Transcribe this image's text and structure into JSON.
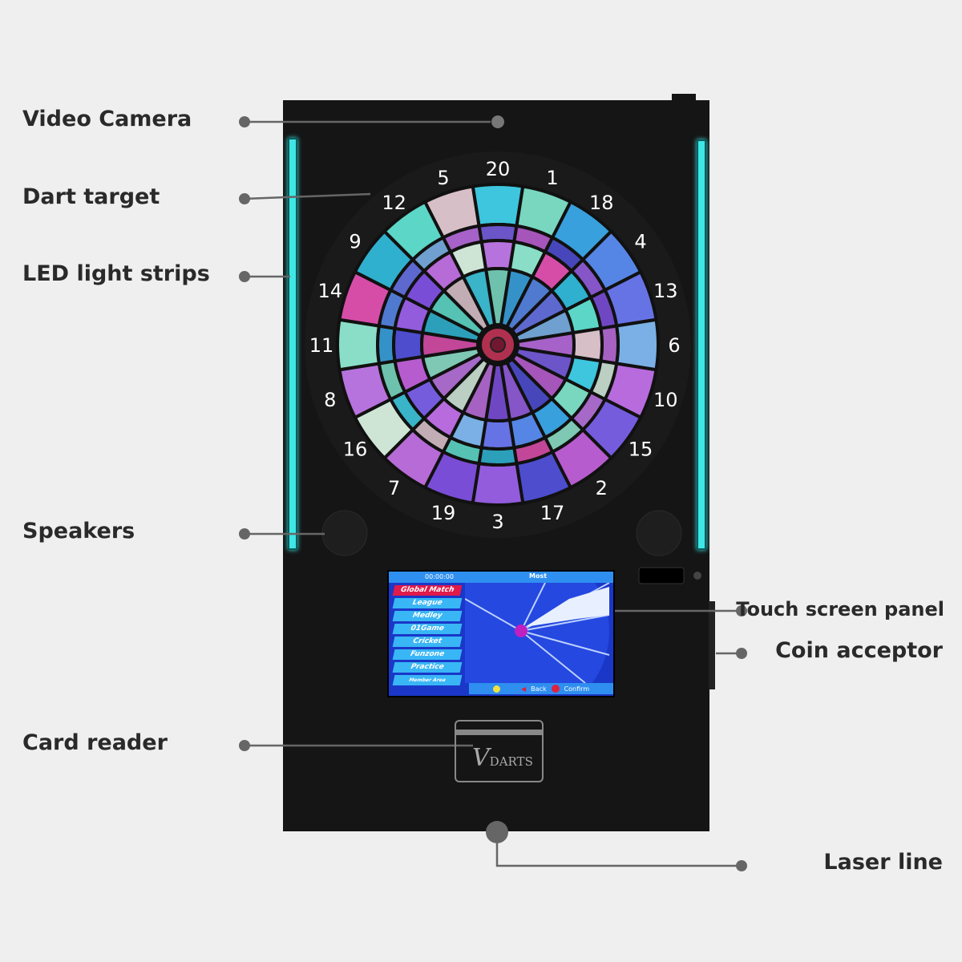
{
  "labels": {
    "video_camera": "Video Camera",
    "dart_target": "Dart target",
    "led_light_strips": "LED light strips",
    "speakers": "Speakers",
    "card_reader": "Card reader",
    "touch_screen_panel": "Touch screen panel",
    "coin_acceptor": "Coin acceptor",
    "laser_line": "Laser line"
  },
  "dartboard": {
    "numbers": [
      "20",
      "1",
      "18",
      "4",
      "13",
      "6",
      "10",
      "15",
      "2",
      "17",
      "3",
      "19",
      "7",
      "16",
      "8",
      "11",
      "14",
      "9",
      "12",
      "5"
    ],
    "colors": [
      "#3fd0e8",
      "#7ee0c8",
      "#3aa8e8",
      "#5a8cf0",
      "#6a78f0",
      "#7fb8f0",
      "#c070e8",
      "#7a60e8",
      "#c060d8",
      "#5050d8",
      "#9a60e8",
      "#8050e0",
      "#c070e0",
      "#d8f0e0",
      "#c078e8",
      "#90e8d0",
      "#e050b0",
      "#30b8d8",
      "#60e0d0",
      "#e0c8d0"
    ],
    "strip_color": "#3ee6e6"
  },
  "screen": {
    "timer": "00:00:00",
    "title": "Most",
    "menu": [
      "Global Match",
      "League",
      "Medley",
      "01Game",
      "Cricket",
      "Funzone",
      "Practice",
      "Member Area"
    ],
    "back": "Back",
    "confirm": "Confirm"
  },
  "card_logo": {
    "v": "V",
    "text": "DARTS"
  }
}
